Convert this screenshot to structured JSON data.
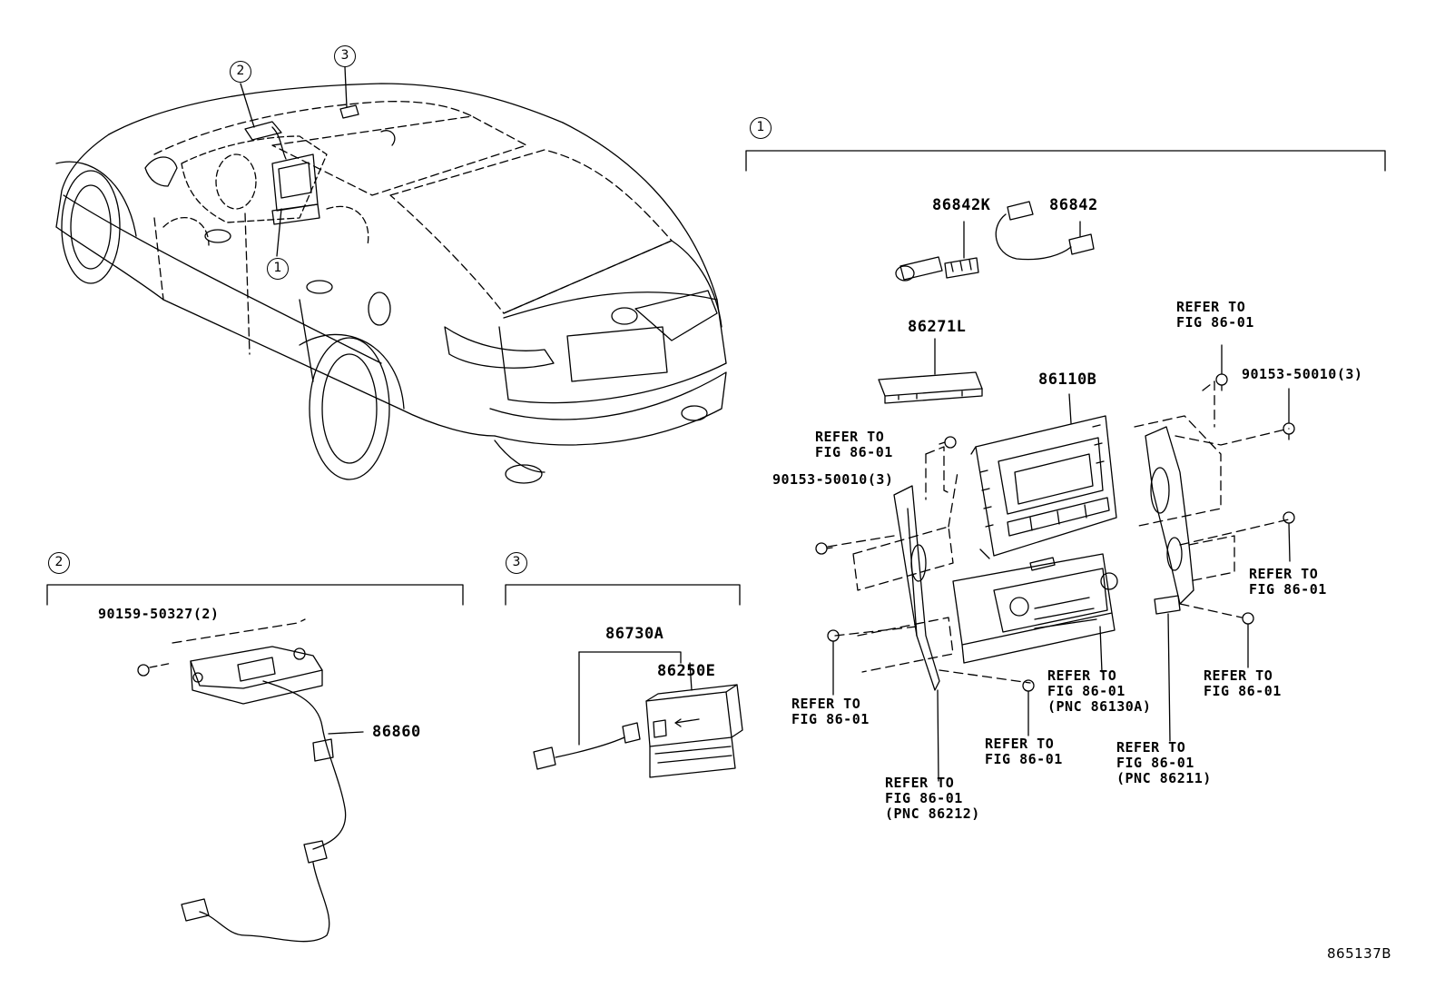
{
  "sections": {
    "s1": "1",
    "s2": "2",
    "s3": "3"
  },
  "car_callouts": {
    "c1": "1",
    "c2": "2",
    "c3": "3"
  },
  "section1": {
    "parts": {
      "p86842K": "86842K",
      "p86842": "86842",
      "p86271L": "86271L",
      "p86110B": "86110B",
      "screw_left": "90153-50010(3)",
      "screw_right": "90153-50010(3)"
    },
    "refs": {
      "r_top_right": [
        "REFER TO",
        "FIG 86-01"
      ],
      "r_top_left": [
        "REFER TO",
        "FIG 86-01"
      ],
      "r_right_mid": [
        "REFER TO",
        "FIG 86-01"
      ],
      "r_right_low": [
        "REFER TO",
        "FIG 86-01"
      ],
      "r_left_low": [
        "REFER TO",
        "FIG 86-01"
      ],
      "r_pnc86130a": [
        "REFER TO",
        "FIG 86-01",
        "(PNC 86130A)"
      ],
      "r_bottom_mid": [
        "REFER TO",
        "FIG 86-01"
      ],
      "r_pnc86211": [
        "REFER TO",
        "FIG 86-01",
        "(PNC 86211)"
      ],
      "r_pnc86212": [
        "REFER TO",
        "FIG 86-01",
        "(PNC 86212)"
      ]
    }
  },
  "section2": {
    "parts": {
      "screw": "90159-50327(2)",
      "p86860": "86860"
    }
  },
  "section3": {
    "parts": {
      "p86730A": "86730A",
      "p86250E": "86250E"
    }
  },
  "figure_id": "865137B"
}
